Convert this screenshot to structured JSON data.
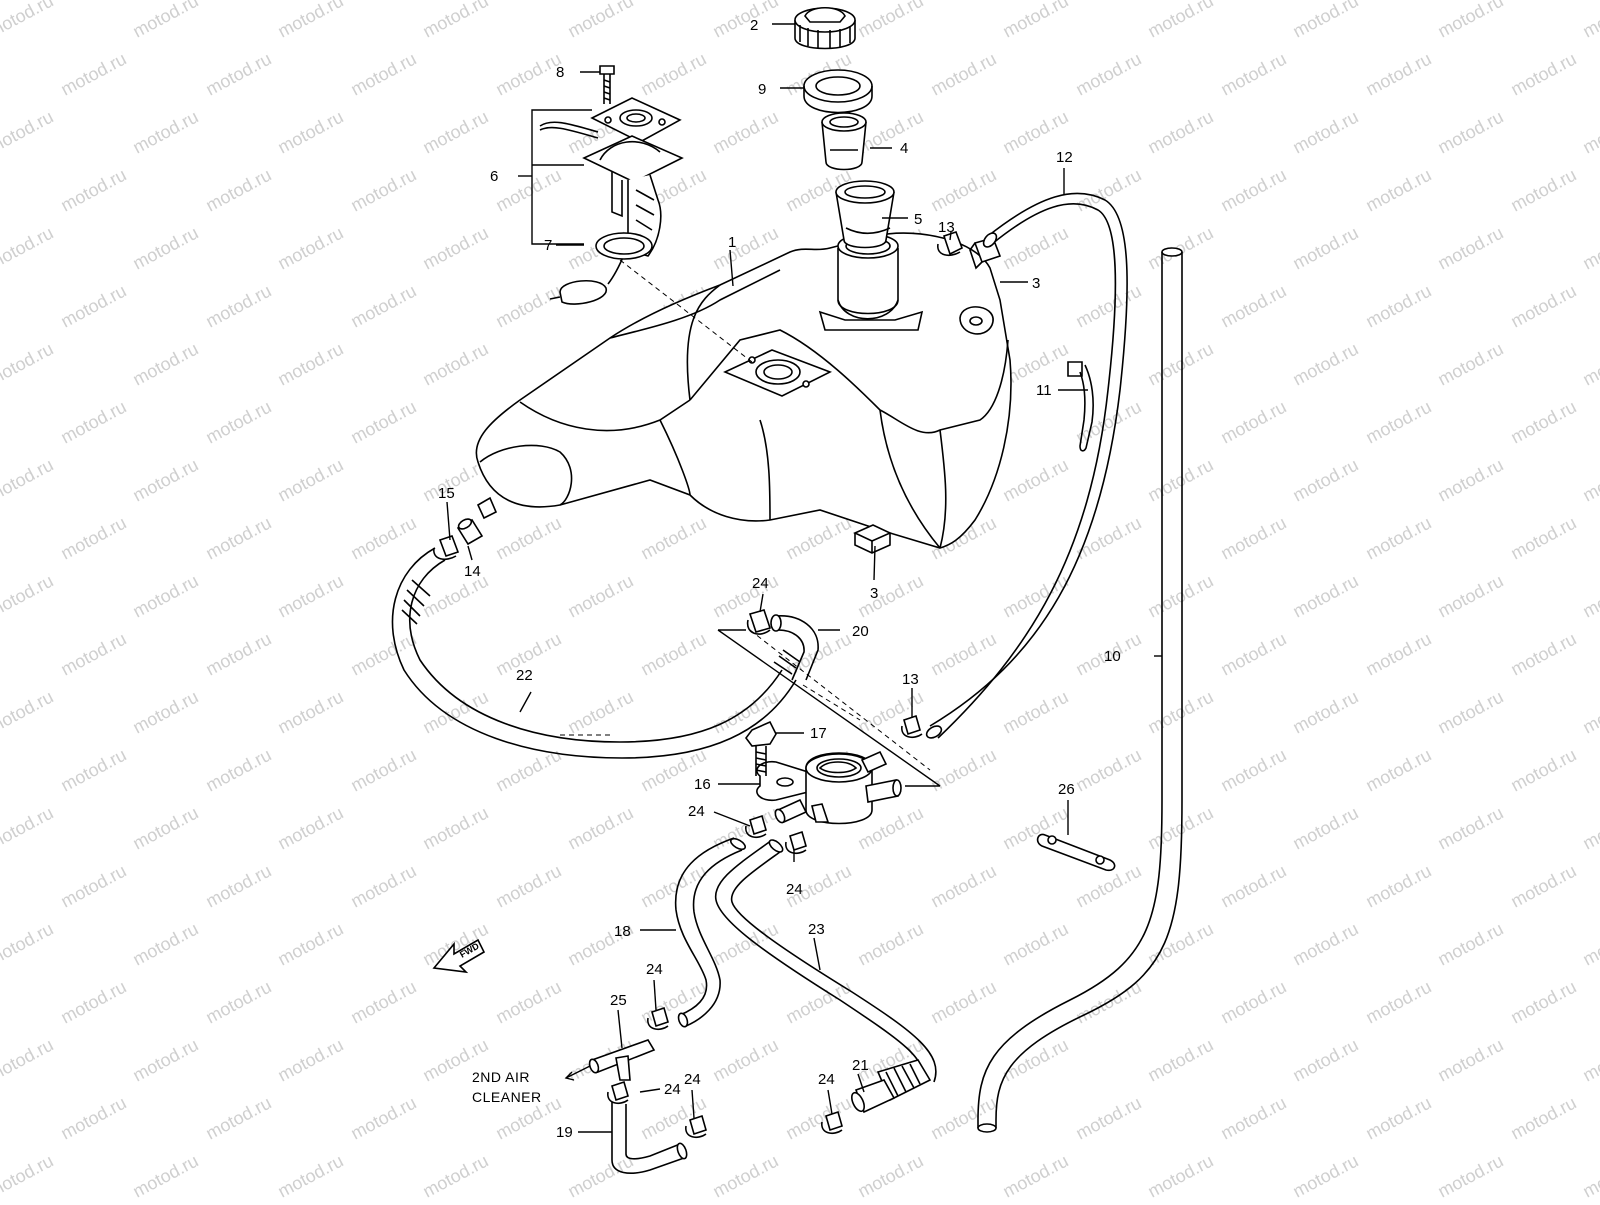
{
  "watermark": "motod.ru",
  "callouts": {
    "p1": "1",
    "p2": "2",
    "p3a": "3",
    "p3b": "3",
    "p4": "4",
    "p5": "5",
    "p6": "6",
    "p7": "7",
    "p8": "8",
    "p9": "9",
    "p10": "10",
    "p11": "11",
    "p12": "12",
    "p13a": "13",
    "p13b": "13",
    "p14": "14",
    "p15": "15",
    "p16": "16",
    "p17": "17",
    "p18": "18",
    "p19": "19",
    "p20": "20",
    "p21": "21",
    "p22": "22",
    "p23": "23",
    "p24a": "24",
    "p24b": "24",
    "p24c": "24",
    "p24d": "24",
    "p24e": "24",
    "p24f": "24",
    "p24g": "24",
    "p25": "25",
    "p26": "26"
  },
  "note": {
    "line1": "2ND  AIR",
    "line2": "CLEANER"
  },
  "fwd_label": "FWD",
  "colors": {
    "ink": "#000000",
    "watermark": "#cfcfcf",
    "background": "#ffffff"
  }
}
